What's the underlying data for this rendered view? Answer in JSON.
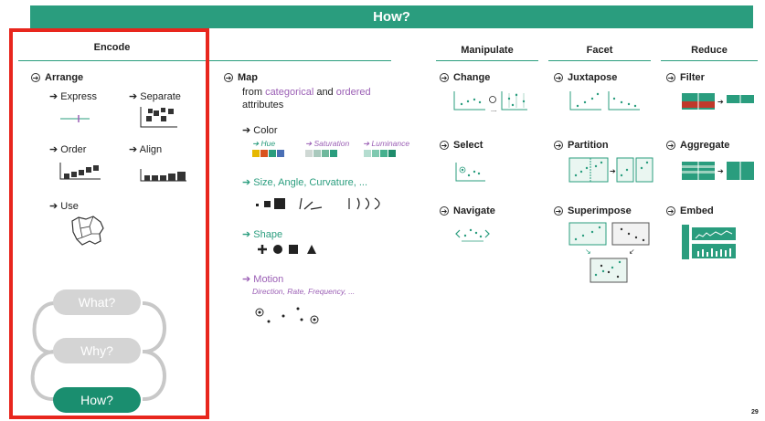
{
  "banner": {
    "title": "How?"
  },
  "columns": {
    "encode": "Encode",
    "manipulate": "Manipulate",
    "facet": "Facet",
    "reduce": "Reduce"
  },
  "arrange": {
    "title": "Arrange",
    "express": "Express",
    "separate": "Separate",
    "order": "Order",
    "align": "Align",
    "use": "Use"
  },
  "map": {
    "title": "Map",
    "from_prefix": "from ",
    "categorical": "categorical",
    "and": " and ",
    "ordered": "ordered",
    "attributes": "attributes",
    "color": "Color",
    "hue": "Hue",
    "saturation": "Saturation",
    "luminance": "Luminance",
    "size": "Size, Angle, Curvature, ...",
    "shape": "Shape",
    "motion": "Motion",
    "motion_sub": "Direction, Rate, Frequency, ..."
  },
  "manipulate": {
    "change": "Change",
    "select": "Select",
    "navigate": "Navigate"
  },
  "facet": {
    "juxtapose": "Juxtapose",
    "partition": "Partition",
    "superimpose": "Superimpose"
  },
  "reduce": {
    "filter": "Filter",
    "aggregate": "Aggregate",
    "embed": "Embed"
  },
  "nav_pills": {
    "what": "What?",
    "why": "Why?",
    "how": "How?"
  },
  "page_number": "29",
  "colors": {
    "accent": "#2a9d7e",
    "purple": "#9b5fb5",
    "frame": "#e8261d",
    "pill_inactive": "#d4d4d4"
  }
}
